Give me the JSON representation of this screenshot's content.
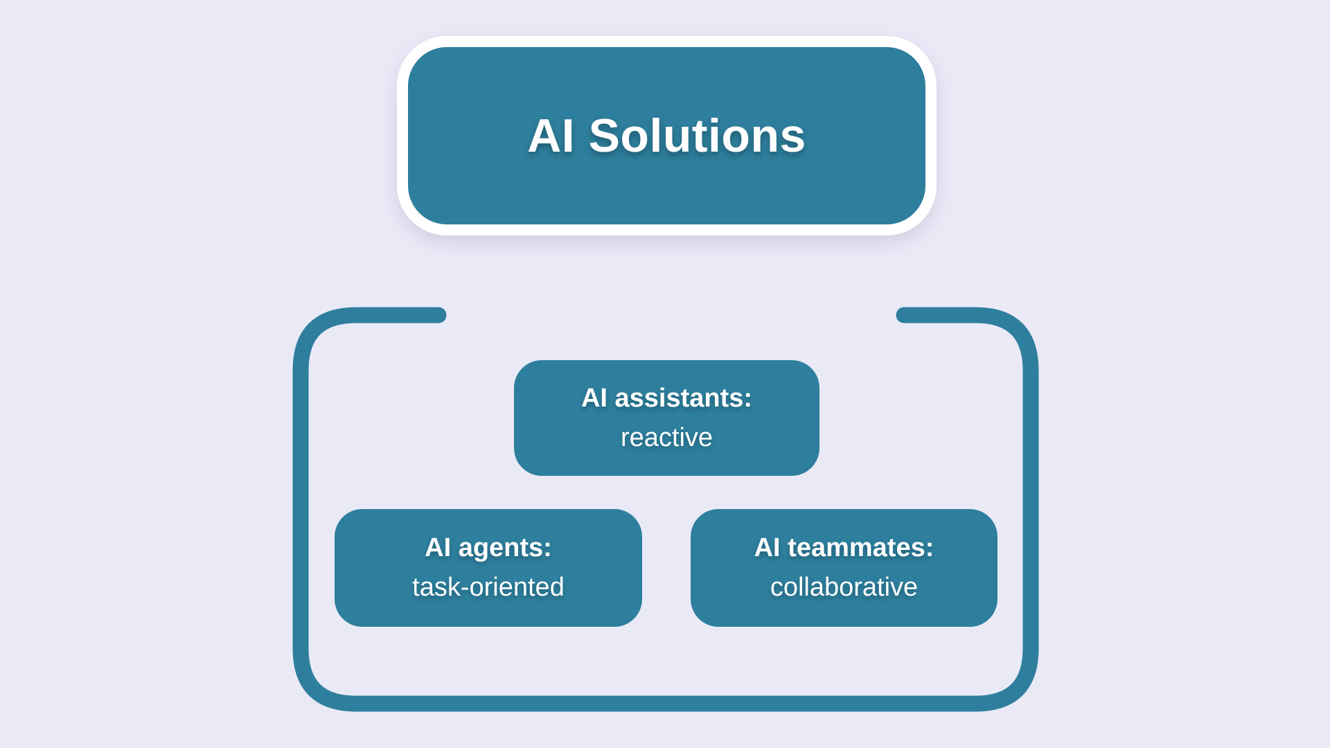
{
  "colors": {
    "background": "#eaeaf7",
    "node-fill": "#2e7f9d",
    "node-text": "#ffffff",
    "root-border": "#ffffff"
  },
  "diagram": {
    "root": {
      "label": "AI Solutions"
    },
    "children": [
      {
        "title": "AI assistants:",
        "subtitle": "reactive"
      },
      {
        "title": "AI agents:",
        "subtitle": "task-oriented"
      },
      {
        "title": "AI teammates:",
        "subtitle": "collaborative"
      }
    ]
  }
}
